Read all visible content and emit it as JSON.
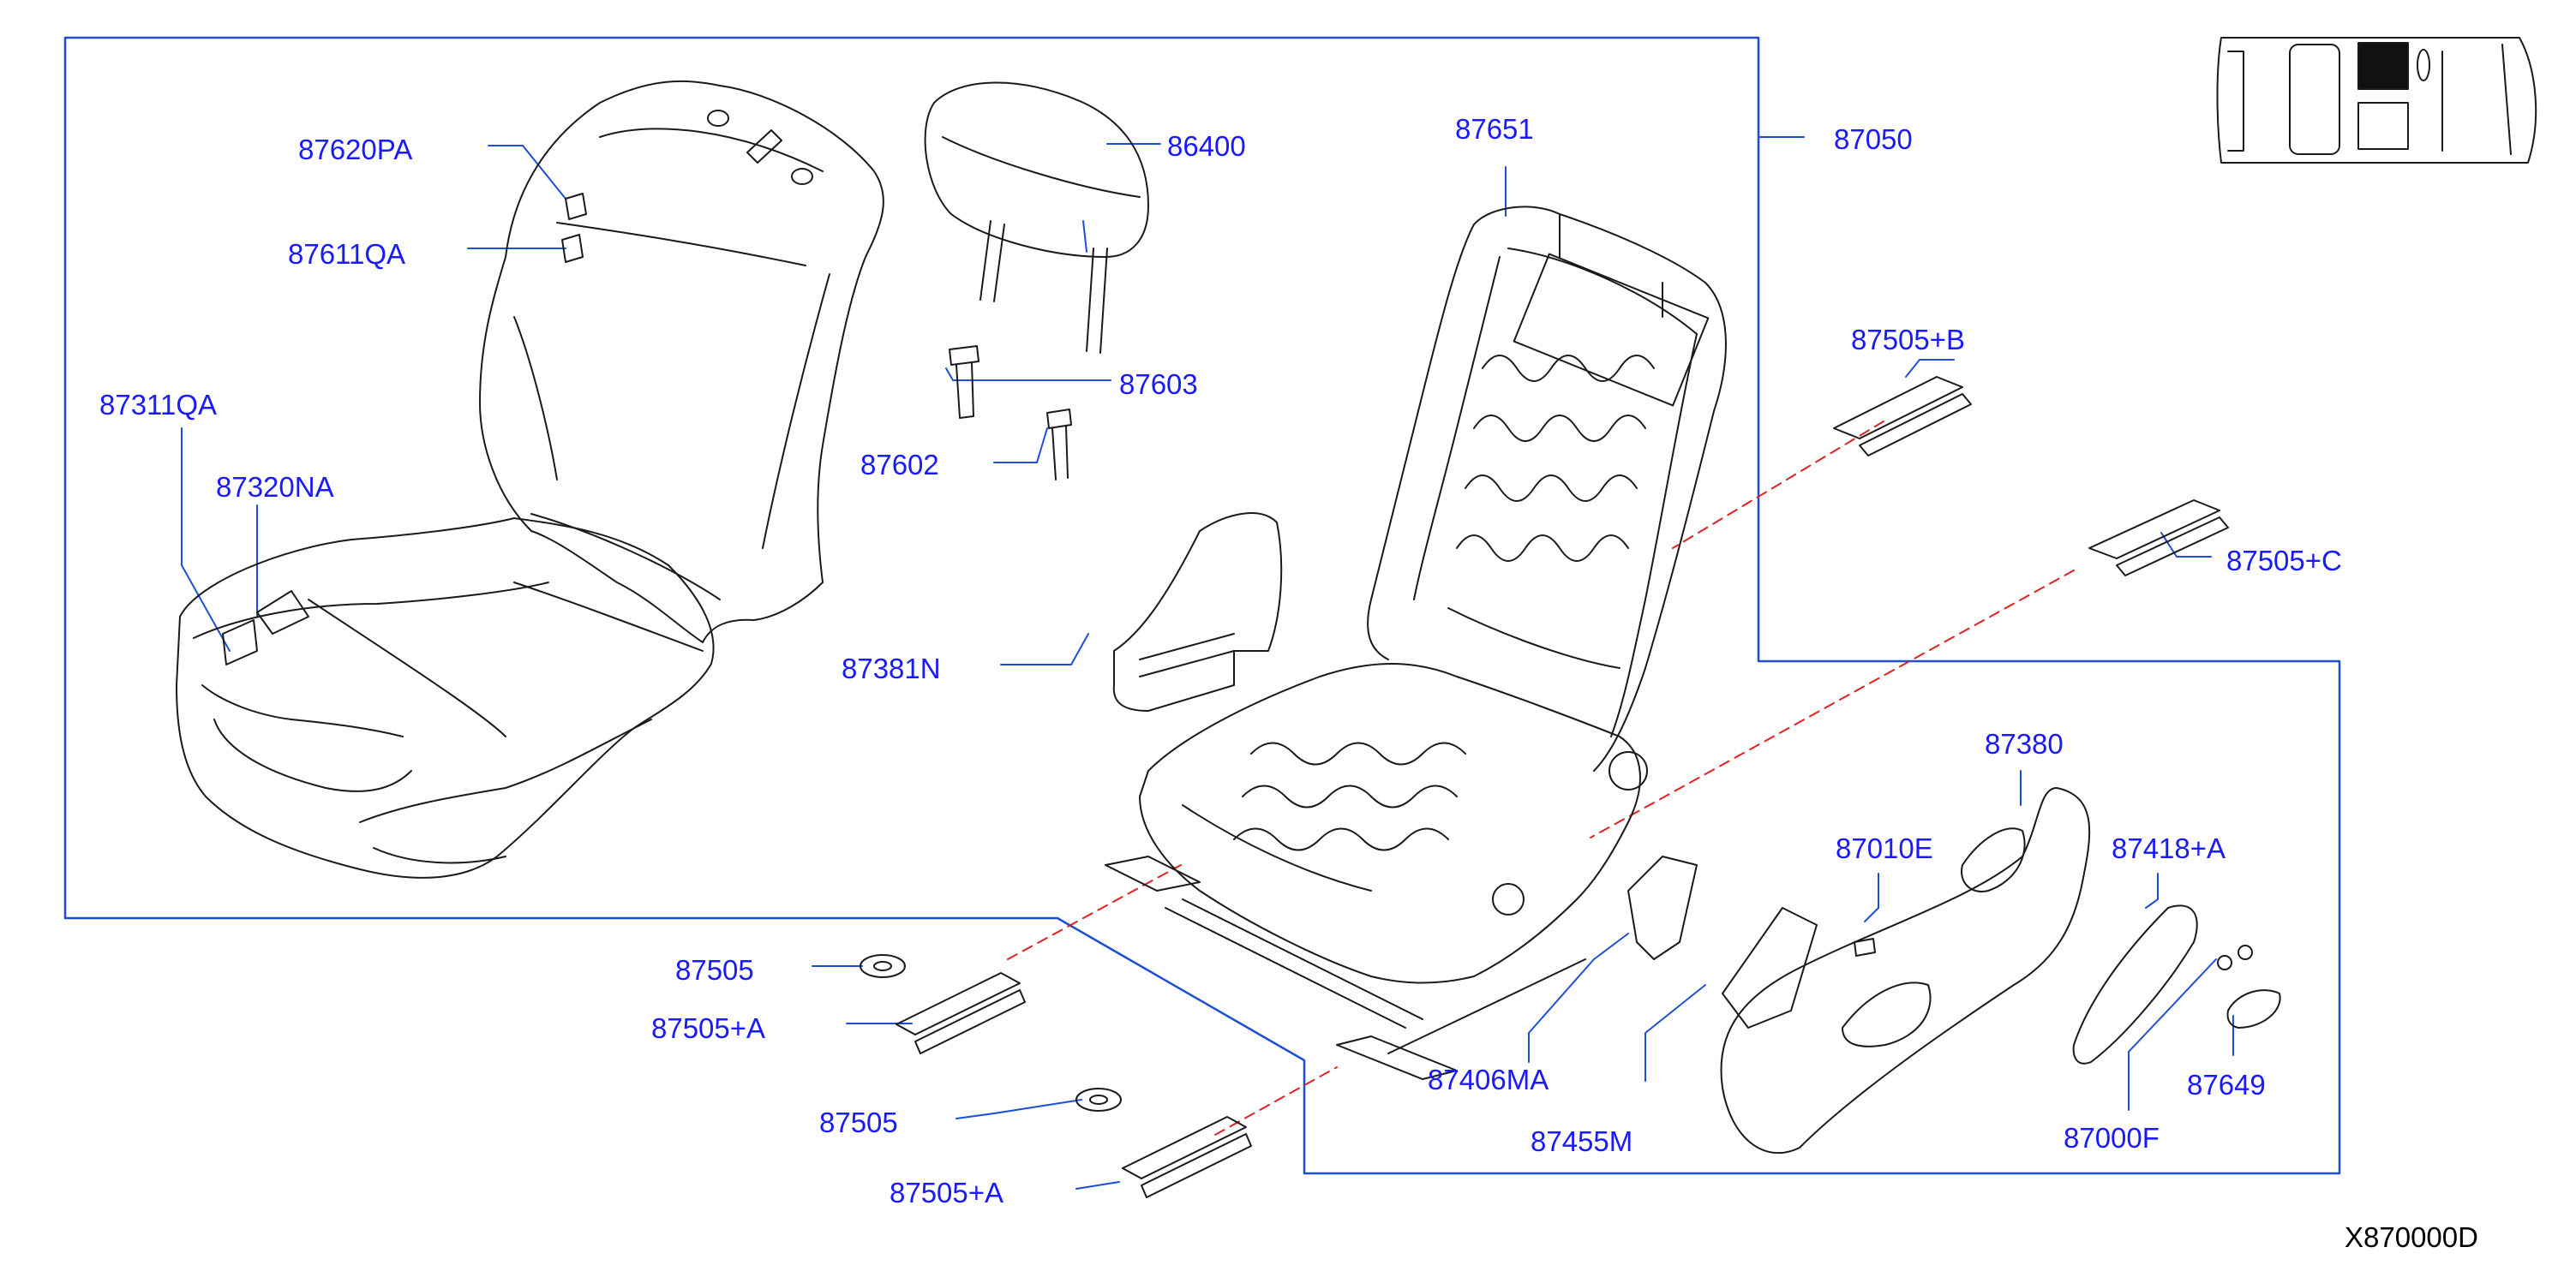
{
  "diagram_code": "X870000D",
  "colors": {
    "label": "#1a1aff",
    "leader": "#1c4fd6",
    "outline": "#1a1a1a",
    "dashed_leader": "#e02020"
  },
  "icons": [
    "seat-cushion-cover-icon",
    "seat-back-cover-icon",
    "headrest-icon",
    "seat-frame-icon",
    "side-finisher-icon",
    "knob-icon",
    "vehicle-location-icon"
  ],
  "labels": {
    "l87620PA": "87620PA",
    "l87611QA": "87611QA",
    "l87311QA": "87311QA",
    "l87320NA": "87320NA",
    "l86400": "86400",
    "l87603": "87603",
    "l87602": "87602",
    "l87651": "87651",
    "l87050": "87050",
    "l87505B": "87505+B",
    "l87505C": "87505+C",
    "l87381N": "87381N",
    "l87380": "87380",
    "l87010E": "87010E",
    "l87418A": "87418+A",
    "l87505a": "87505",
    "l87505Aa": "87505+A",
    "l87505b": "87505",
    "l87505Ab": "87505+A",
    "l87406MA": "87406MA",
    "l87455M": "87455M",
    "l87000F": "87000F",
    "l87649": "87649"
  }
}
